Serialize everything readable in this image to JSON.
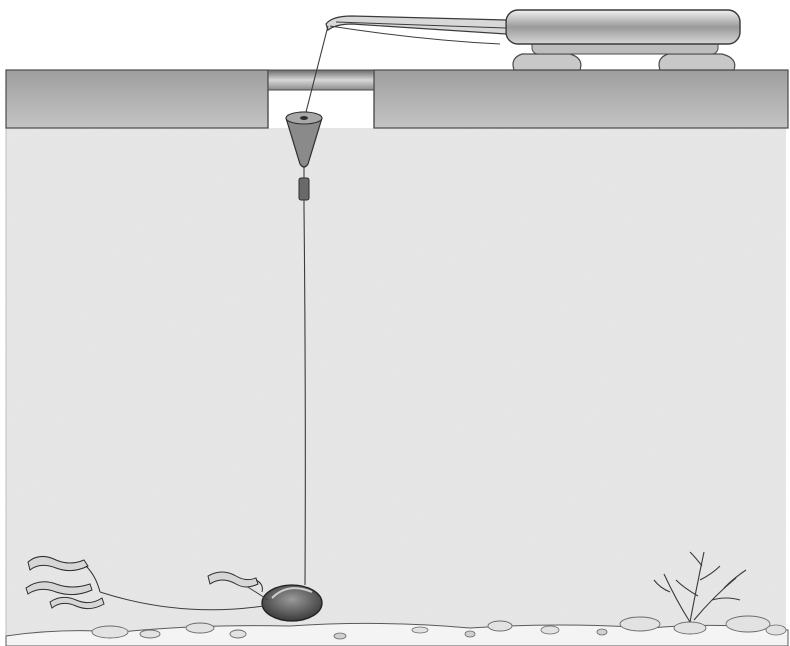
{
  "scene": {
    "icons": [
      "ice-layer",
      "ice-hole",
      "fishing-rod",
      "line-spool",
      "float",
      "swivel",
      "fishing-line",
      "sinker",
      "bait-worms",
      "lake-bottom",
      "water-weed"
    ]
  },
  "colors": {
    "background": "#ffffff",
    "water": "#e9e9e9",
    "ice": "#bdbdbd",
    "ice_edge": "#5a5a5a",
    "line": "#3c3c3c",
    "float": "#7a7a7a",
    "sinker": "#555555",
    "bottom": "#f5f5f5"
  }
}
